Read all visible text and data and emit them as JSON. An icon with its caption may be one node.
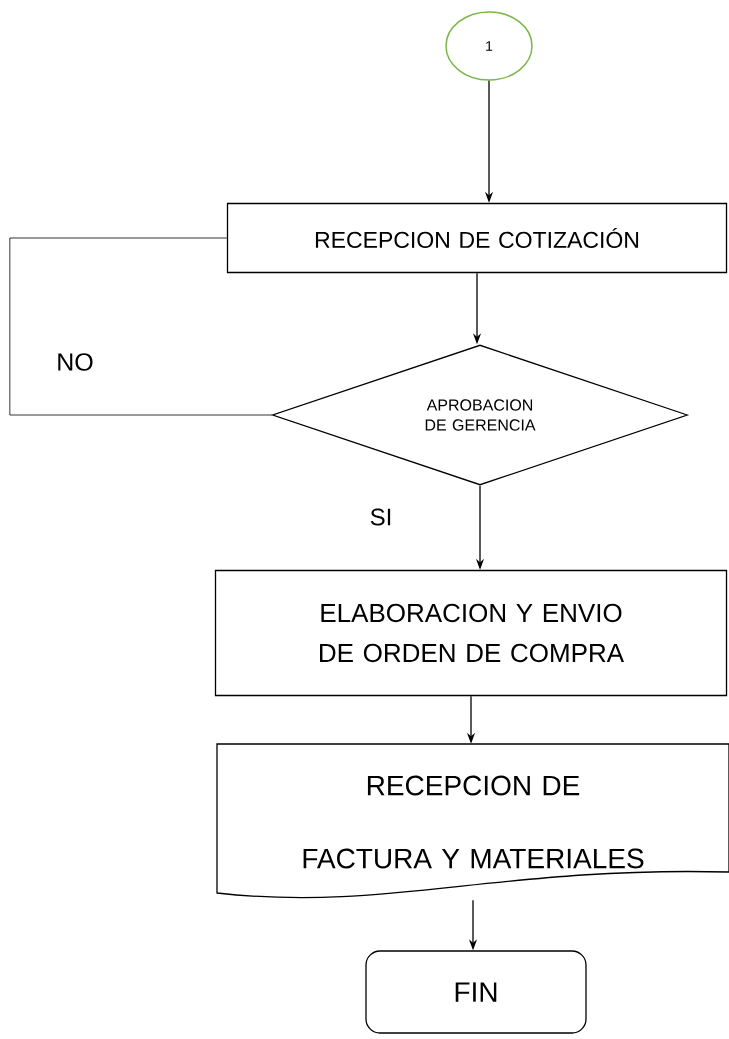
{
  "diagram": {
    "nodes": [
      {
        "text": [
          "1"
        ]
      },
      {
        "text": [
          "RECEPCION DE COTIZACIÓN"
        ]
      },
      {
        "text": [
          "APROBACION DE GERENCIA"
        ]
      },
      {
        "text": [
          "ELABORACION Y ENVIO DE ORDEN DE COMPRA"
        ]
      },
      {
        "text": [
          "RECEPCION DE FACTURA Y MATERIALES"
        ]
      },
      {
        "text": [
          "FIN"
        ]
      }
    ],
    "edges": [
      {
        "from": 0,
        "to": 1,
        "arrow": "to"
      },
      {
        "from": 1,
        "to": 2,
        "arrow": "to"
      },
      {
        "from": 2,
        "to": 3,
        "arrow": "to",
        "label": "SI"
      },
      {
        "from": 2,
        "to": 1,
        "arrow": "none",
        "label": "NO"
      },
      {
        "from": 3,
        "to": 4,
        "arrow": "to"
      },
      {
        "from": 4,
        "to": 5,
        "arrow": "to"
      }
    ]
  }
}
